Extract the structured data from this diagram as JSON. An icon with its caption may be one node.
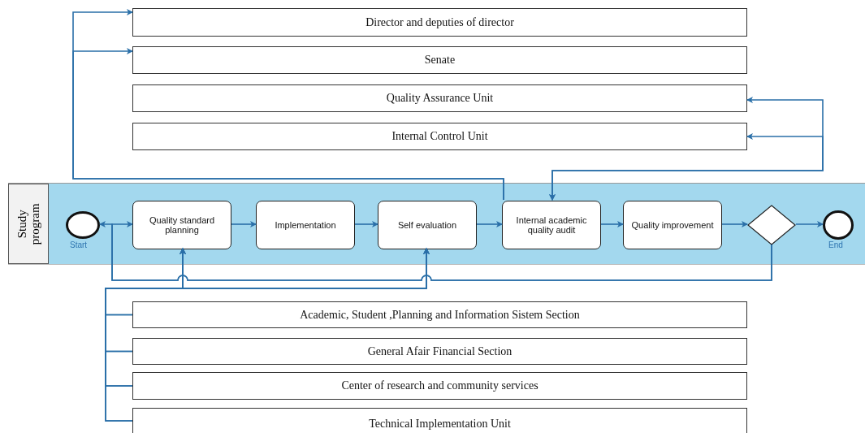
{
  "diagram": {
    "nodes": [
      {
        "text": [
          "Director and deputies of director"
        ]
      },
      {
        "text": [
          "Senate"
        ]
      },
      {
        "text": [
          "Quality Assurance Unit"
        ]
      },
      {
        "text": [
          "Internal Control Unit"
        ]
      },
      {
        "text": [
          "Study program"
        ]
      },
      {
        "text": [],
        "shape": "circle",
        "beside": [
          "Start"
        ],
        "in": 4
      },
      {
        "text": [
          "Quality standard planning"
        ],
        "in": 4
      },
      {
        "text": [
          "Implementation"
        ],
        "in": 4
      },
      {
        "text": [
          "Self evaluation"
        ],
        "in": 4
      },
      {
        "text": [
          "Internal academic quality audit"
        ],
        "in": 4
      },
      {
        "text": [
          "Quality improvement"
        ],
        "in": 4
      },
      {
        "text": [],
        "shape": "diamond",
        "in": 4
      },
      {
        "text": [],
        "shape": "circle",
        "beside": [
          "End"
        ],
        "in": 4
      },
      {
        "text": [
          "Academic,  Student ,Planning and Information Sistem Section"
        ]
      },
      {
        "text": [
          "General Afair  Financial Section"
        ]
      },
      {
        "text": [
          "Center of  research and community services"
        ]
      },
      {
        "text": [
          "Technical Implementation Unit"
        ]
      }
    ],
    "edges": [
      {
        "from": 9,
        "to": 0,
        "arrow": "to"
      },
      {
        "from": 9,
        "to": 1,
        "arrow": "to"
      },
      {
        "from": 9,
        "to": 2,
        "arrow": "both"
      },
      {
        "from": 9,
        "to": 3,
        "arrow": "both"
      },
      {
        "from": 6,
        "to": 7,
        "arrow": "to"
      },
      {
        "from": 7,
        "to": 8,
        "arrow": "to"
      },
      {
        "from": 8,
        "to": 9,
        "arrow": "to"
      },
      {
        "from": 9,
        "to": 10,
        "arrow": "to"
      },
      {
        "from": 10,
        "to": 11,
        "arrow": "to"
      },
      {
        "from": 11,
        "to": 12,
        "arrow": "to"
      },
      {
        "from": 11,
        "to": 5,
        "arrow": "to"
      },
      {
        "from": 11,
        "to": 6,
        "arrow": "to"
      },
      {
        "from": 13,
        "to": 6,
        "arrow": "to"
      },
      {
        "from": 14,
        "to": 6,
        "arrow": "to"
      },
      {
        "from": 15,
        "to": 6,
        "arrow": "to"
      },
      {
        "from": 16,
        "to": 6,
        "arrow": "to"
      },
      {
        "from": 13,
        "to": 8,
        "arrow": "to"
      },
      {
        "from": 14,
        "to": 8,
        "arrow": "to"
      },
      {
        "from": 15,
        "to": 8,
        "arrow": "to"
      },
      {
        "from": 16,
        "to": 8,
        "arrow": "to"
      }
    ]
  }
}
